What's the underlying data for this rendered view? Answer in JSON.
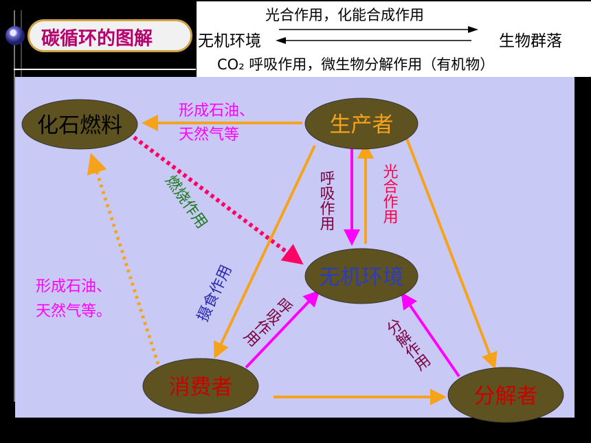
{
  "header": {
    "title": "碳循环的图解",
    "formula": {
      "top_label": "光合作用，化能合成作用",
      "left_label": "无机环境",
      "right_label": "生物群落",
      "bottom_label": "CO₂  呼吸作用，微生物分解作用（有机物）"
    }
  },
  "nodes": {
    "fossil_fuel": "化石燃料",
    "producer": "生产者",
    "inorganic": "无机环境",
    "consumer": "消费者",
    "decomposer": "分解者"
  },
  "labels": {
    "form_oil_top_line1": "形成石油、",
    "form_oil_top_line2": "天然气等",
    "form_oil_left_line1": "形成石油、",
    "form_oil_left_line2": "天然气等。",
    "combustion": "燃烧作用",
    "respiration_producer": "呼吸作用",
    "photosynthesis": "光合作用",
    "feeding": "摄食作用",
    "respiration_consumer": "呼吸作用",
    "decomposition": "分解作用"
  },
  "colors": {
    "orange_arrow": "#f7a21b",
    "magenta_arrow": "#ff00ff",
    "red_dotted": "#ff0066",
    "node_fill": "#5e5320",
    "panel_bg": "#c9c9f6"
  }
}
